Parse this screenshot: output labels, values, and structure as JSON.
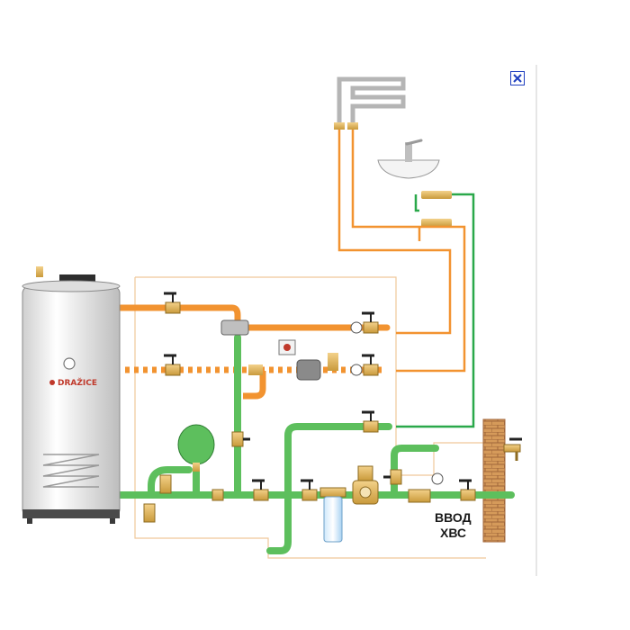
{
  "colors": {
    "hot_pipe": "#f29330",
    "cold_pipe": "#5dbf5d",
    "cold_line": "#2aa84a",
    "heater_body": "#e6e6e6",
    "wall": "#c8894a",
    "brand": "#c0392b"
  },
  "heater": {
    "brand_label": "DRAŽICE"
  },
  "labels": {
    "inlet_line1": "ВВОД",
    "inlet_line2": "ХВС"
  },
  "icons": [
    "close-icon"
  ]
}
